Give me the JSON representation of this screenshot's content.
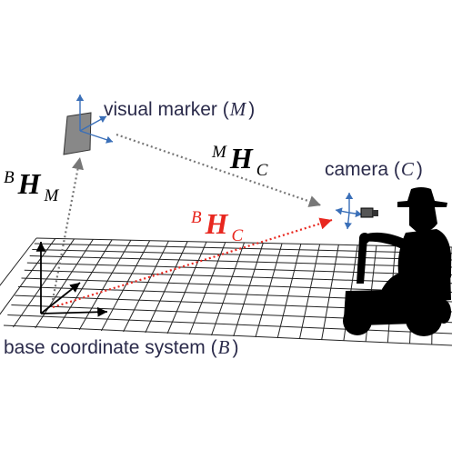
{
  "labels": {
    "marker": {
      "text": "visual marker",
      "sym_open": "(",
      "sym": "M",
      "sym_close": ")"
    },
    "camera": {
      "text": "camera",
      "sym_open": "(",
      "sym": "C",
      "sym_close": ")"
    },
    "base": {
      "text": "base coordinate system",
      "sym_open": "(",
      "sym": "B",
      "sym_close": ")"
    }
  },
  "transforms": {
    "bhm": {
      "sup": "B",
      "main": "H",
      "sub": "M"
    },
    "mhc": {
      "sup": "M",
      "main": "H",
      "sub": "C"
    },
    "bhc": {
      "sup": "B",
      "main": "H",
      "sub": "C"
    }
  },
  "colors": {
    "text": "#2a2a4a",
    "math": "#000000",
    "accent": "#e8271f",
    "axis_blue": "#3a6fb8",
    "dotted": "#777777",
    "grid": "#222222",
    "silhouette": "#000000",
    "marker_fill": "#888888"
  },
  "icons": [
    "grid-floor",
    "base-axes-icon",
    "marker-plate-icon",
    "camera-icon",
    "wheelchair-user-silhouette"
  ]
}
